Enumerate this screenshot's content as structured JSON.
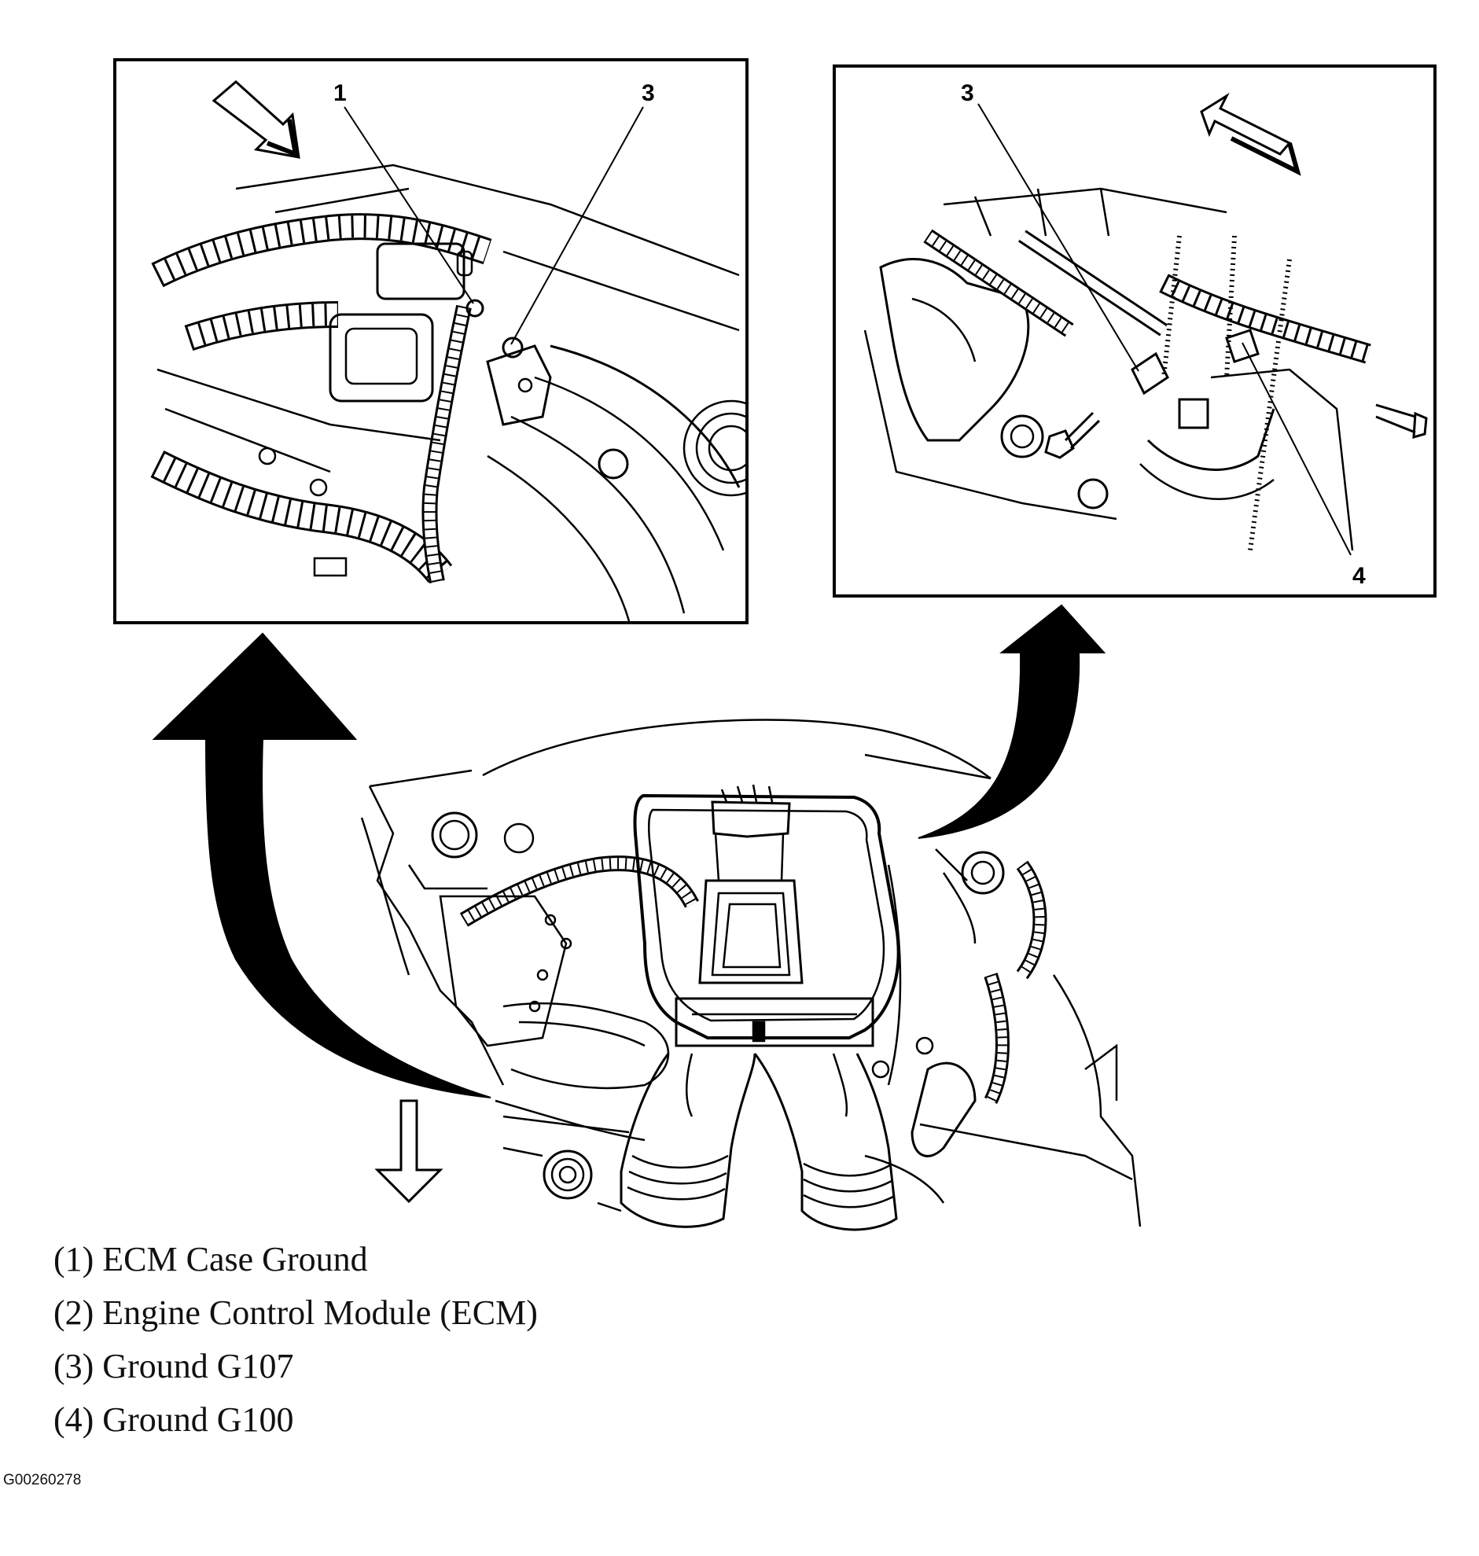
{
  "inset_left": {
    "callouts": [
      "1",
      "3"
    ]
  },
  "inset_right": {
    "callouts": [
      "3",
      "4"
    ]
  },
  "legend": [
    {
      "text": "(1) ECM Case Ground"
    },
    {
      "text": "(2) Engine Control Module (ECM)"
    },
    {
      "text": "(3) Ground G107"
    },
    {
      "text": "(4) Ground G100"
    }
  ],
  "figure_id": "G00260278",
  "colors": {
    "line": "#000000",
    "background": "#ffffff"
  }
}
